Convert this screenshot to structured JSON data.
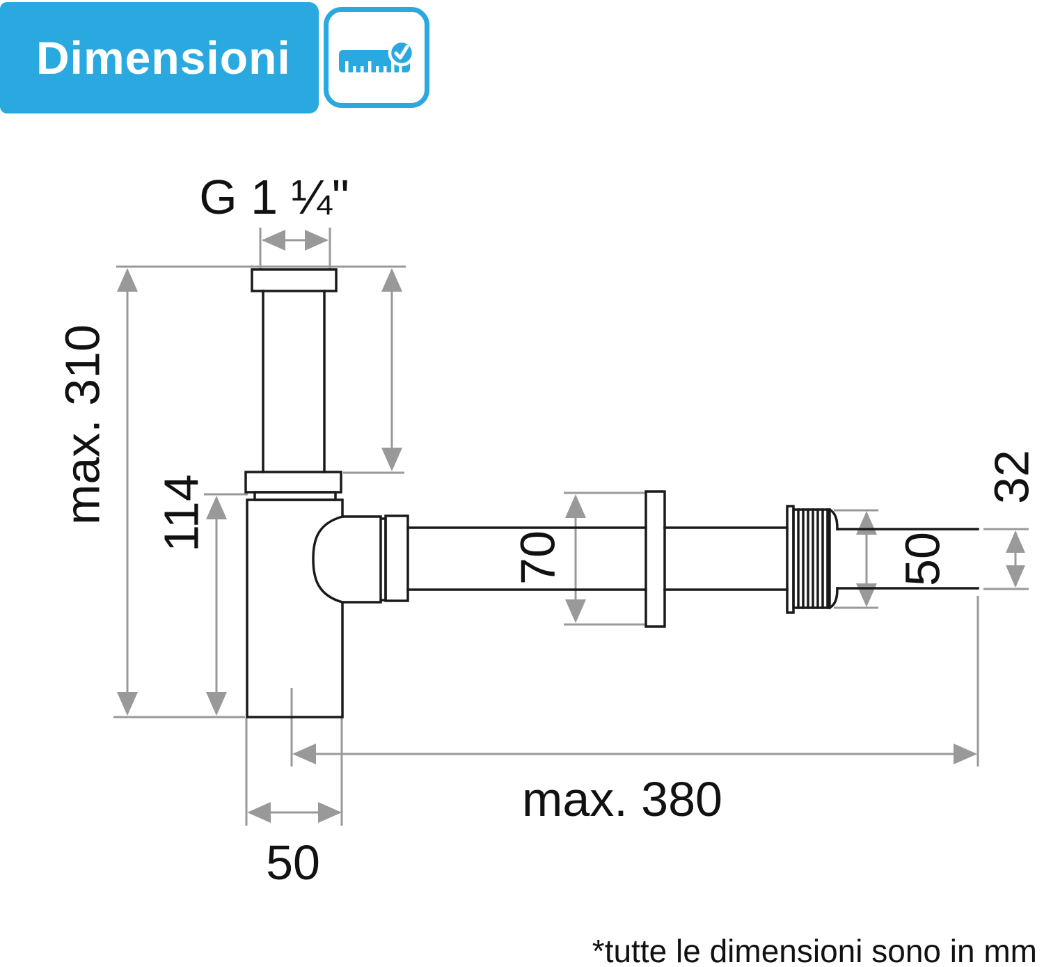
{
  "header": {
    "title": "Dimensioni",
    "icon": "ruler-check-icon"
  },
  "colors": {
    "accent_blue": "#29a9e0",
    "dimension_gray": "#999999",
    "line_black": "#1a1a1a"
  },
  "diagram": {
    "drawing": "bottle-trap-siphon-side-view",
    "unit": "mm",
    "labels": {
      "thread_top": "G 1 ¼\"",
      "max_height": "max. 310",
      "body_height": "114",
      "rosette_diameter": "70",
      "thread_diameter": "50",
      "pipe_diameter": "32",
      "max_length": "max. 380",
      "body_diameter": "50"
    }
  },
  "footnote": "*tutte le dimensioni sono in mm"
}
